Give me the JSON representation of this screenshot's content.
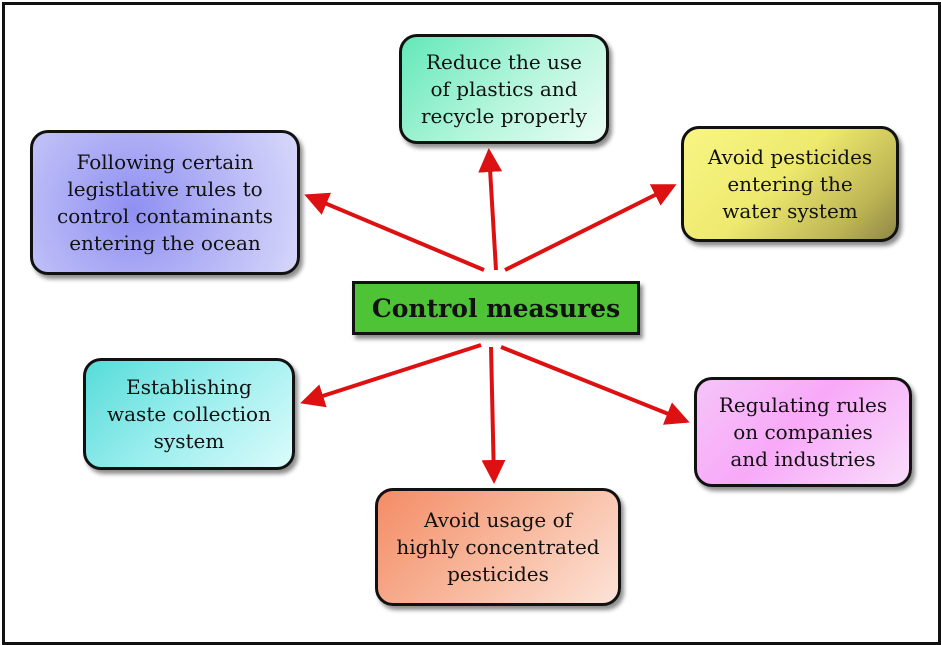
{
  "diagram": {
    "center": {
      "label": "Control measures"
    },
    "nodes": {
      "plastics": {
        "lines": [
          "Reduce the use",
          "of plastics and",
          "recycle properly"
        ]
      },
      "pesticides_water": {
        "lines": [
          "Avoid pesticides",
          "entering the",
          "water system"
        ]
      },
      "legislative": {
        "lines": [
          "Following certain",
          "legistlative rules to",
          "control contaminants",
          "entering the ocean"
        ]
      },
      "waste": {
        "lines": [
          "Establishing",
          "waste collection",
          "system"
        ]
      },
      "regulating": {
        "lines": [
          "Regulating rules",
          "on companies",
          "and industries"
        ]
      },
      "concentrated": {
        "lines": [
          "Avoid usage of",
          "highly concentrated",
          "pesticides"
        ]
      }
    },
    "colors": {
      "arrow": "#dd1111",
      "center_fill": "#4fc336",
      "border": "#111111"
    }
  }
}
